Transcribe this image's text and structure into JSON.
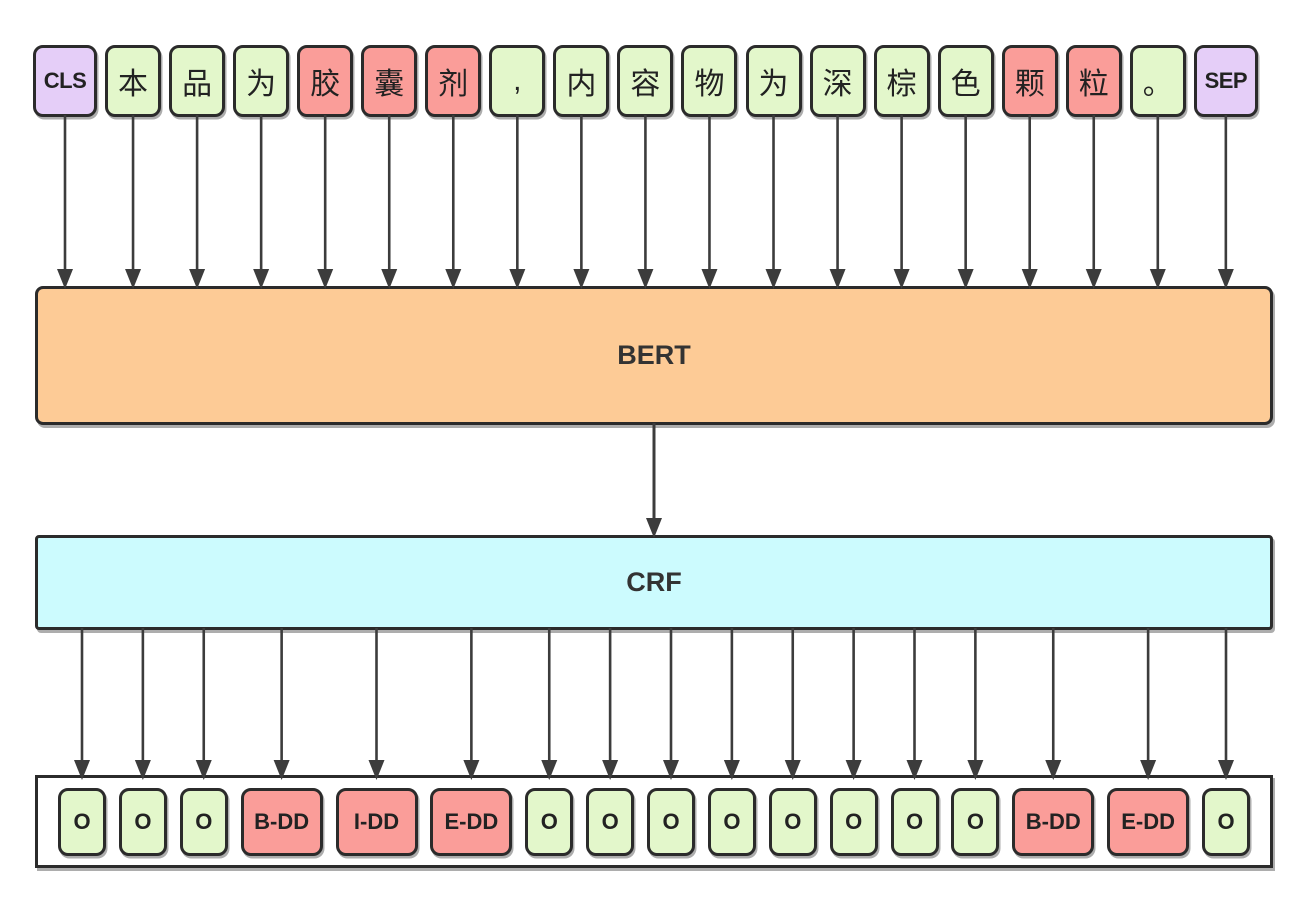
{
  "figure": {
    "bert_label": "BERT",
    "crf_label": "CRF"
  },
  "tokens": [
    {
      "text": "CLS",
      "type": "special"
    },
    {
      "text": "本",
      "type": "text"
    },
    {
      "text": "品",
      "type": "text"
    },
    {
      "text": "为",
      "type": "text"
    },
    {
      "text": "胶",
      "type": "entity"
    },
    {
      "text": "囊",
      "type": "entity"
    },
    {
      "text": "剂",
      "type": "entity"
    },
    {
      "text": ",",
      "type": "text"
    },
    {
      "text": "内",
      "type": "text"
    },
    {
      "text": "容",
      "type": "text"
    },
    {
      "text": "物",
      "type": "text"
    },
    {
      "text": "为",
      "type": "text"
    },
    {
      "text": "深",
      "type": "text"
    },
    {
      "text": "棕",
      "type": "text"
    },
    {
      "text": "色",
      "type": "text"
    },
    {
      "text": "颗",
      "type": "entity"
    },
    {
      "text": "粒",
      "type": "entity"
    },
    {
      "text": "。",
      "type": "text"
    },
    {
      "text": "SEP",
      "type": "special"
    }
  ],
  "tags": [
    {
      "text": "O",
      "type": "outside"
    },
    {
      "text": "O",
      "type": "outside"
    },
    {
      "text": "O",
      "type": "outside"
    },
    {
      "text": "B-DD",
      "type": "entity"
    },
    {
      "text": "I-DD",
      "type": "entity"
    },
    {
      "text": "E-DD",
      "type": "entity"
    },
    {
      "text": "O",
      "type": "outside"
    },
    {
      "text": "O",
      "type": "outside"
    },
    {
      "text": "O",
      "type": "outside"
    },
    {
      "text": "O",
      "type": "outside"
    },
    {
      "text": "O",
      "type": "outside"
    },
    {
      "text": "O",
      "type": "outside"
    },
    {
      "text": "O",
      "type": "outside"
    },
    {
      "text": "O",
      "type": "outside"
    },
    {
      "text": "B-DD",
      "type": "entity"
    },
    {
      "text": "E-DD",
      "type": "entity"
    },
    {
      "text": "O",
      "type": "outside"
    }
  ],
  "colors": {
    "token_green": "#E3F7CB",
    "token_red": "#FA9D99",
    "token_purple": "#E5CEF8",
    "bert_orange": "#FDCB96",
    "crf_cyan": "#CCFBFE",
    "outline": "#2B2B2B",
    "arrow": "#3C3C3C"
  }
}
